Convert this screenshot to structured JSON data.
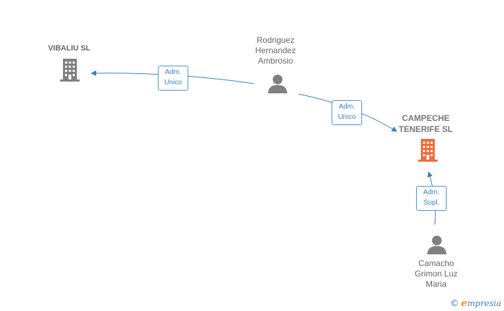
{
  "nodes": {
    "vibaliu": {
      "name": "VIBALIU  SL",
      "type": "company",
      "color": "#808080"
    },
    "rodriguez": {
      "name": "Rodriguez\nHernandez\nAmbrosio",
      "type": "person",
      "color": "#808080"
    },
    "campeche": {
      "name": "CAMPECHE\nTENERIFE  SL",
      "type": "company",
      "color": "#f26b3a"
    },
    "camacho": {
      "name": "Camacho\nGrimon Luz\nMaria",
      "type": "person",
      "color": "#808080"
    }
  },
  "edges": [
    {
      "from": "rodriguez",
      "to": "vibaliu",
      "line1": "Adm.",
      "line2": "Unico"
    },
    {
      "from": "rodriguez",
      "to": "campeche",
      "line1": "Adm.",
      "line2": "Unico"
    },
    {
      "from": "camacho",
      "to": "campeche",
      "line1": "Adm.",
      "line2": "Supl."
    }
  ],
  "colors": {
    "edge": "#3b7fc4",
    "company_main": "#f26b3a",
    "neutral": "#808080"
  },
  "brand": {
    "copyright": "©",
    "initial": "e",
    "rest": "mpresia"
  }
}
